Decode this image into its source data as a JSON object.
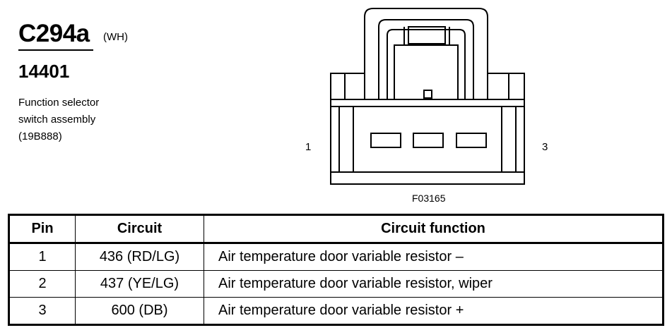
{
  "connector": {
    "id": "C294a",
    "color_code": "(WH)",
    "part_number": "14401",
    "description_lines": [
      "Function selector",
      "switch assembly",
      "(19B888)"
    ]
  },
  "diagram": {
    "pin_left": "1",
    "pin_right": "3",
    "figure_id": "F03165"
  },
  "table": {
    "headers": [
      "Pin",
      "Circuit",
      "Circuit function"
    ],
    "rows": [
      {
        "pin": "1",
        "circuit": "436 (RD/LG)",
        "function": "Air temperature door variable resistor –"
      },
      {
        "pin": "2",
        "circuit": "437 (YE/LG)",
        "function": "Air temperature door variable resistor, wiper"
      },
      {
        "pin": "3",
        "circuit": "600 (DB)",
        "function": "Air temperature door variable resistor +"
      }
    ]
  }
}
